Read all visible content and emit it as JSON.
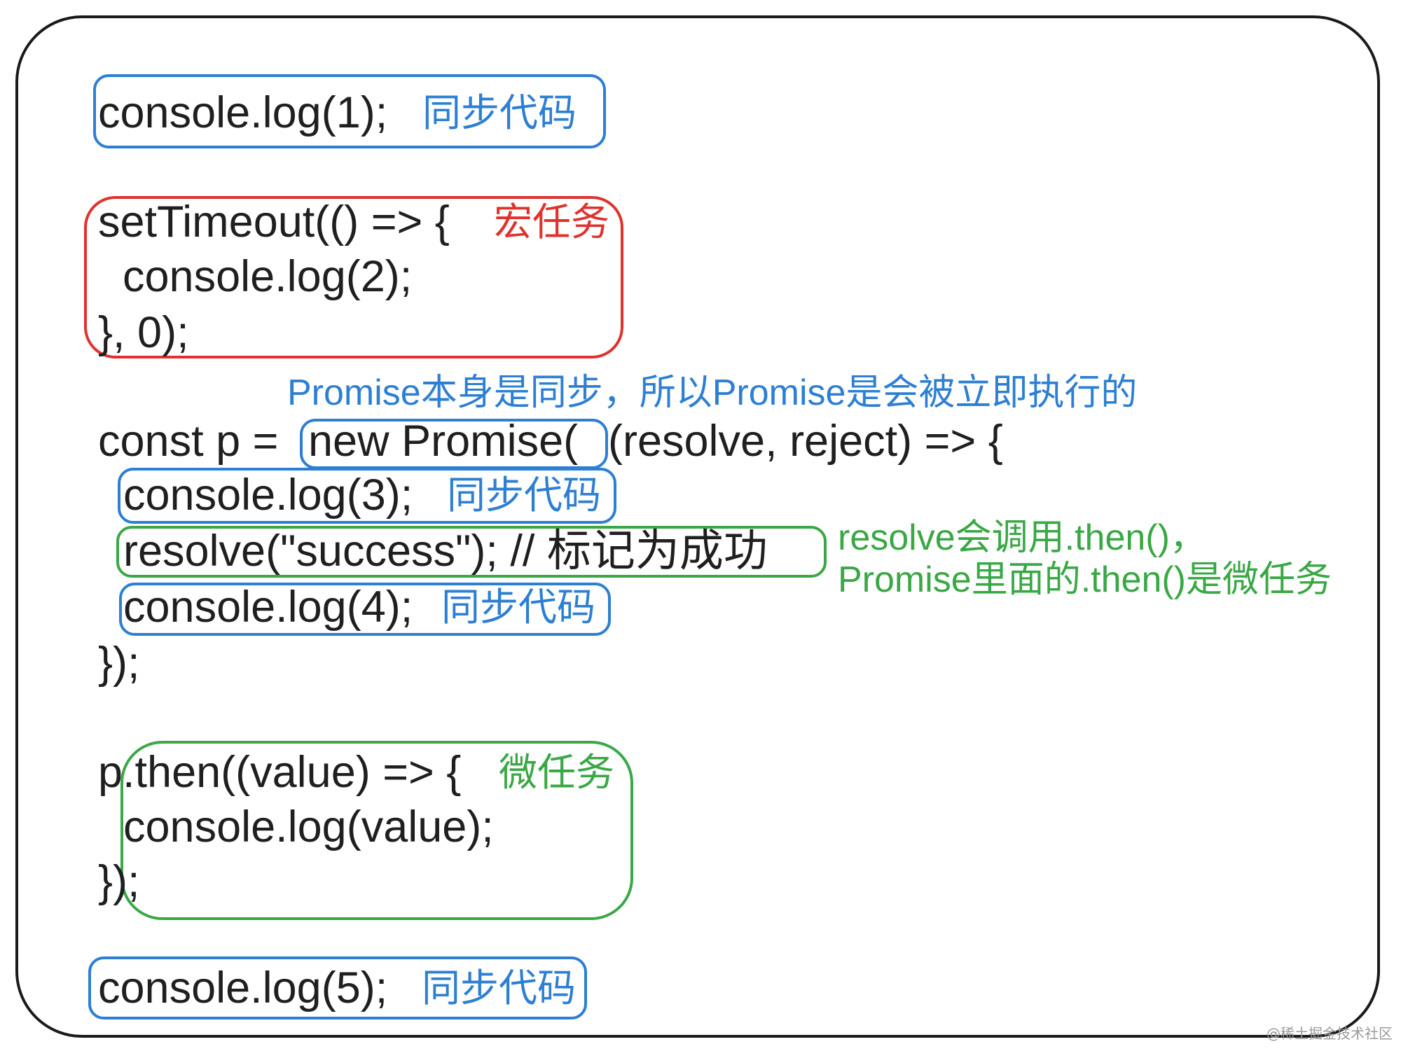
{
  "code": {
    "line1": "console.log(1);",
    "set1": "setTimeout(() => {",
    "set2": "  console.log(2);",
    "set3": "}, 0);",
    "p1_prefix": "const p =",
    "p1_new": "new Promise(",
    "p1_rest": "(resolve, reject) => {",
    "p2": "console.log(3);",
    "p3": "resolve(\"success\"); // 标记为成功",
    "p4": "console.log(4);",
    "p5": "});",
    "t1": "p.then((value) => {",
    "t2": "console.log(value);",
    "t3": "});",
    "line5": "console.log(5);"
  },
  "labels": {
    "sync1": "同步代码",
    "macro": "宏任务",
    "promise_note": "Promise本身是同步，所以Promise是会被立即执行的",
    "sync3": "同步代码",
    "resolve_note_1": "resolve会调用.then()，",
    "resolve_note_2": "Promise里面的.then()是微任务",
    "sync4": "同步代码",
    "micro": "微任务",
    "sync5": "同步代码"
  },
  "watermark": "@稀土掘金技术社区",
  "colors": {
    "sync": "#2d7fd3",
    "macro": "#e0322d",
    "micro": "#39a845",
    "code": "#1f1f1f",
    "frame": "#1a1a1a"
  }
}
